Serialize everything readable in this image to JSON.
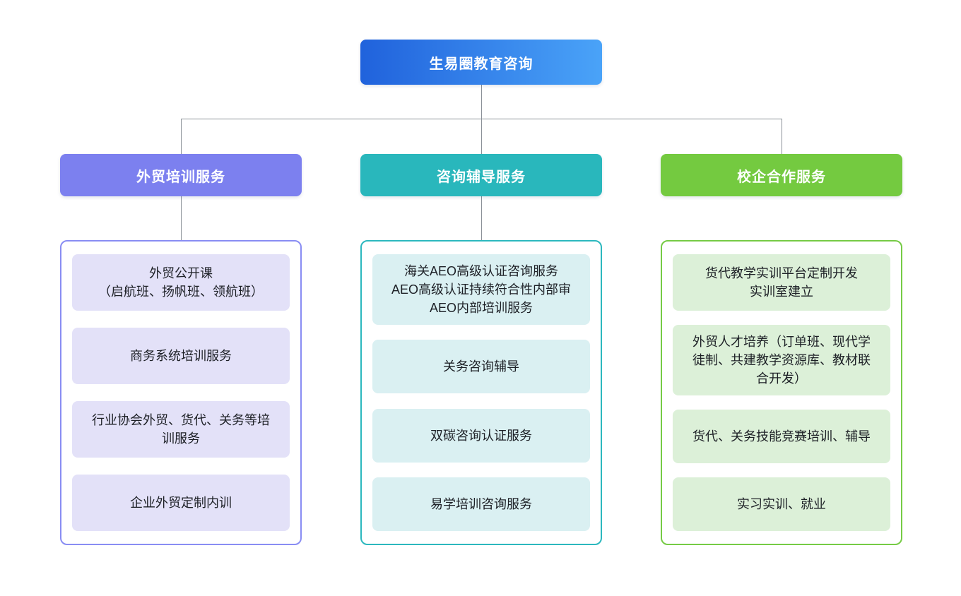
{
  "diagram": {
    "root": {
      "label": "生易圈教育咨询"
    },
    "branches": [
      {
        "label": "外贸培训服务",
        "items": [
          {
            "text": "外贸公开课\n（启航班、扬帆班、领航班）"
          },
          {
            "text": "商务系统培训服务"
          },
          {
            "text": "行业协会外贸、货代、关务等培\n训服务"
          },
          {
            "text": "企业外贸定制内训"
          }
        ]
      },
      {
        "label": "咨询辅导服务",
        "items": [
          {
            "text": "海关AEO高级认证咨询服务\nAEO高级认证持续符合性内部审\nAEO内部培训服务"
          },
          {
            "text": "关务咨询辅导"
          },
          {
            "text": "双碳咨询认证服务"
          },
          {
            "text": "易学培训咨询服务"
          }
        ]
      },
      {
        "label": "校企合作服务",
        "items": [
          {
            "text": "货代教学实训平台定制开发\n实训室建立"
          },
          {
            "text": "外贸人才培养（订单班、现代学\n徒制、共建教学资源库、教材联\n合开发）"
          },
          {
            "text": "货代、关务技能竞赛培训、辅导"
          },
          {
            "text": "实习实训、就业"
          }
        ]
      }
    ],
    "colors": {
      "root_gradient_from": "#2062dc",
      "root_gradient_to": "#4aa3f8",
      "branch1": "#7c80ef",
      "branch1_border": "#898df3",
      "branch1_item_bg": "#e3e1f8",
      "branch2": "#29b7bc",
      "branch2_border": "#2cb8be",
      "branch2_item_bg": "#daf0f2",
      "branch3": "#74ca40",
      "branch3_border": "#76cb45",
      "branch3_item_bg": "#dcf0d8",
      "connector": "#8b9198"
    }
  }
}
